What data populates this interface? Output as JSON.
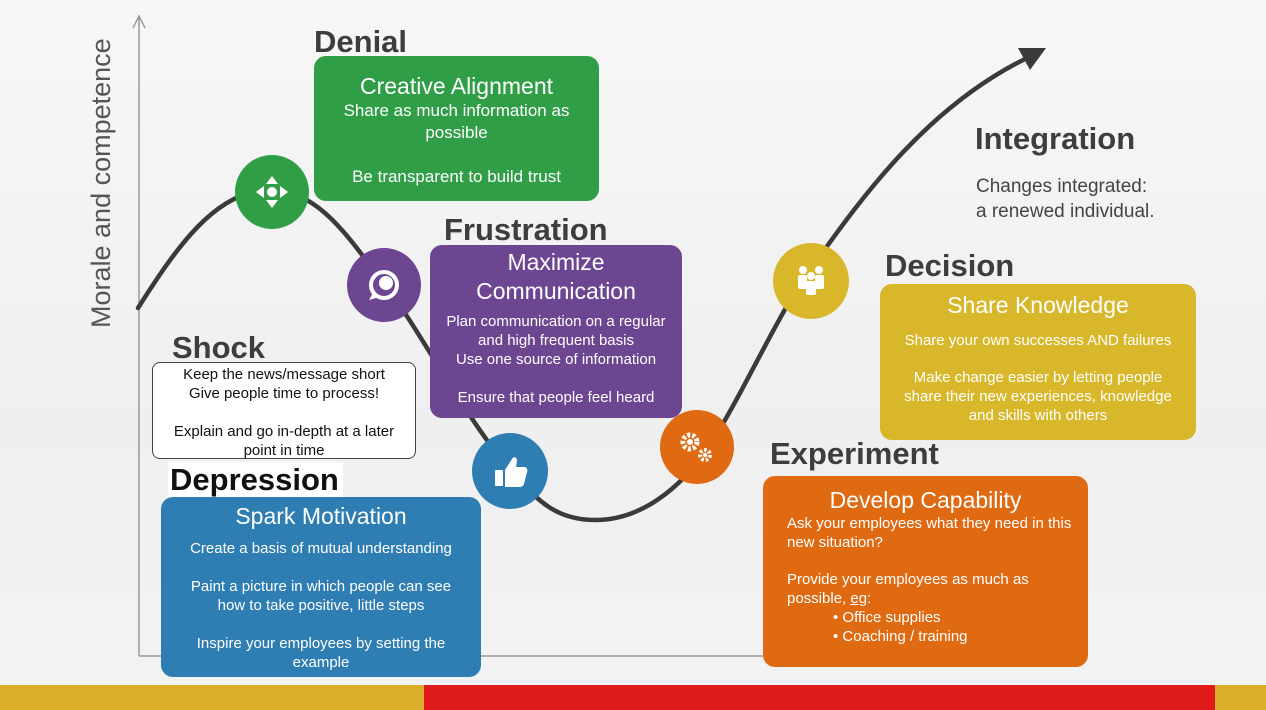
{
  "axis": {
    "y_label": "Morale and competence"
  },
  "stages": {
    "denial": "Denial",
    "frustration": "Frustration",
    "shock": "Shock",
    "depression": "Depression",
    "experiment": "Experiment",
    "decision": "Decision",
    "integration": "Integration"
  },
  "integration_text": {
    "line1": "Changes integrated:",
    "line2": "a renewed individual."
  },
  "creative_alignment": {
    "heading": "Creative Alignment",
    "line1": "Share as much information as",
    "line2": "possible",
    "line3": "Be transparent to build trust"
  },
  "maximize_communication": {
    "heading1": "Maximize",
    "heading2": "Communication",
    "line1": "Plan communication on a regular",
    "line2": "and high frequent basis",
    "line3": "Use one source of information",
    "line4": "Ensure that people feel heard"
  },
  "shock_box": {
    "line1": "Keep the news/message short",
    "line2": "Give people time to process!",
    "line3": "Explain and go in-depth at a later",
    "line4": "point in time"
  },
  "spark_motivation": {
    "heading": "Spark Motivation",
    "line1": "Create a basis of mutual understanding",
    "line2": "Paint a picture in which people can see",
    "line3": "how to take positive, little steps",
    "line4": "Inspire your employees by setting the",
    "line5": "example"
  },
  "share_knowledge": {
    "heading": "Share Knowledge",
    "line1": "Share your own successes AND failures",
    "line2": "Make change easier by letting people",
    "line3": "share their new experiences, knowledge",
    "line4": "and skills with others"
  },
  "develop_capability": {
    "heading": "Develop Capability",
    "line1": "Ask your employees what they need in this",
    "line2": "new situation?",
    "line3": "Provide your employees as much as",
    "line4a": "possible, ",
    "line4b": "eg",
    "line4c": ":",
    "bullets": [
      "Office supplies",
      "Coaching / training"
    ]
  },
  "icons": [
    "move-arrows-icon",
    "chat-bubble-icon",
    "thumbs-up-icon",
    "gears-icon",
    "people-group-icon"
  ],
  "colors": {
    "green": "#2f9e47",
    "purple": "#6d4691",
    "blue": "#2e7db3",
    "orange": "#e06a12",
    "yellow": "#d8b72a",
    "red": "#e01b1b"
  }
}
